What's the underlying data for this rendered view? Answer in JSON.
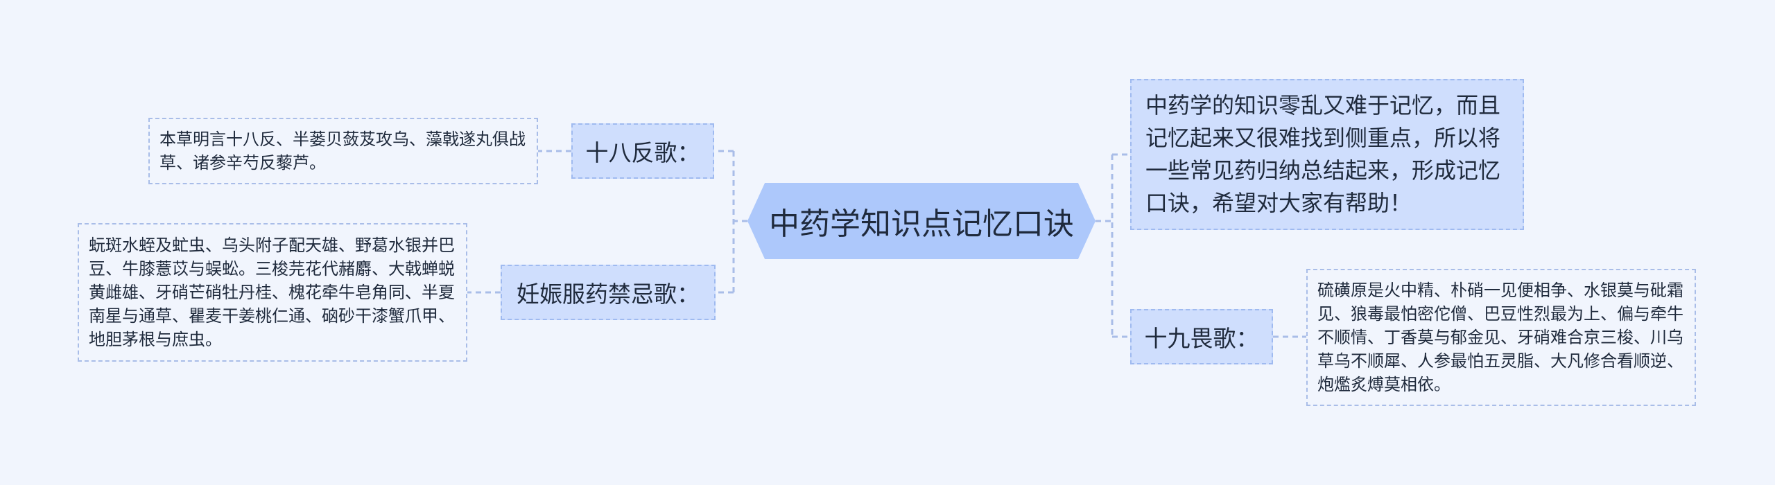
{
  "mindmap": {
    "root": {
      "title": "中药学知识点记忆口诀"
    },
    "intro": {
      "text": "中药学的知识零乱又难于记忆，而且记忆起来又很难找到侧重点，所以将一些常见药归纳总结起来，形成记忆口诀，希望对大家有帮助！"
    },
    "branches": {
      "shiba_fan": {
        "label": "十八反歌：",
        "content": "本草明言十八反、半蒌贝蔹芨攻乌、藻戟遂丸俱战草、诸参辛芍反藜芦。"
      },
      "renshen_jinji": {
        "label": "妊娠服药禁忌歌：",
        "content": "蚖斑水蛭及虻虫、乌头附子配天雄、野葛水银并巴豆、牛膝薏苡与蜈蚣。三梭芫花代赭麝、大戟蝉蜕黄雌雄、牙硝芒硝牡丹桂、槐花牵牛皂角同、半夏南星与通草、瞿麦干姜桃仁通、硇砂干漆蟹爪甲、地胆茅根与庶虫。"
      },
      "shijiu_wei": {
        "label": "十九畏歌：",
        "content": "硫磺原是火中精、朴硝一见便相争、水银莫与砒霜见、狼毒最怕密佗僧、巴豆性烈最为上、偏与牵牛不顺情、丁香莫与郁金见、牙硝难合京三梭、川乌草乌不顺犀、人参最怕五灵脂、大凡修合看顺逆、炮爁炙煿莫相依。"
      }
    },
    "colors": {
      "background": "#f1f5fd",
      "root_fill": "#adc8fb",
      "branch_fill": "#cfdefd",
      "connector": "#a9bde8"
    }
  }
}
